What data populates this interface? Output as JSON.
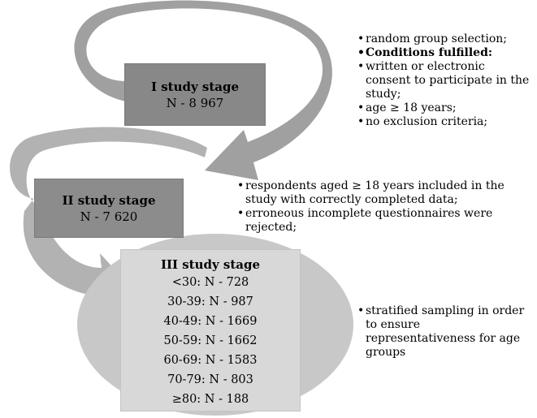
{
  "stage1": {
    "title": "I study stage",
    "count": "N - 8 967"
  },
  "stage2": {
    "title": "II study stage",
    "count": "N - 7 620"
  },
  "stage3": {
    "title": "III study stage",
    "rows": [
      "<30: N - 728",
      "30-39: N - 987",
      "40-49: N - 1669",
      "50-59: N - 1662",
      "60-69: N - 1583",
      "70-79: N - 803",
      "≥80: N - 188"
    ]
  },
  "notes1": [
    "random group selection;",
    "Conditions fulfilled:",
    "written or electronic consent to participate in the study;",
    "age ≥ 18 years;",
    "no exclusion criteria;"
  ],
  "notes2": [
    "respondents aged ≥ 18 years included in the study with correctly completed data;",
    "erroneous incomplete questionnaires were rejected;"
  ],
  "notes3": [
    "stratified sampling in order to ensure representativeness for age groups"
  ],
  "colors": {
    "arrow_dark": "#9e9e9e",
    "arrow_light": "#c2c2c2",
    "box_dark": "#888888",
    "box_light": "#d8d8d8"
  }
}
